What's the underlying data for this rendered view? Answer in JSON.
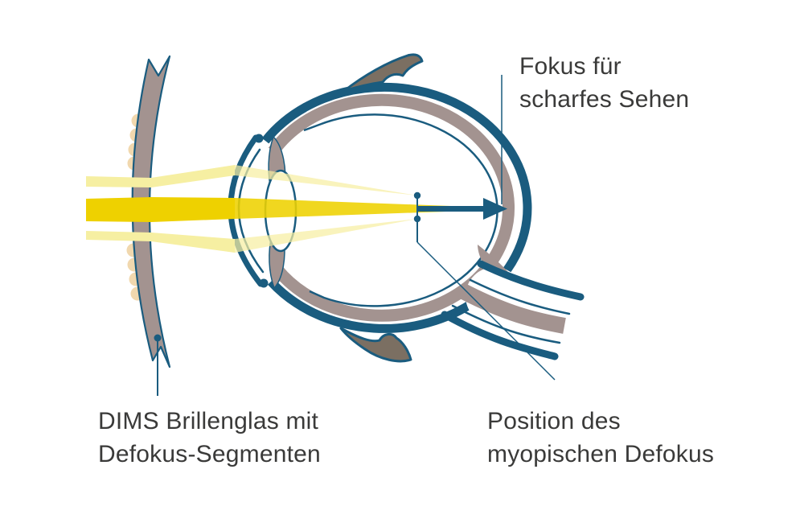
{
  "diagram": {
    "labels": {
      "focus": {
        "line1": "Fokus für",
        "line2": "scharfes Sehen"
      },
      "dims_lens": {
        "line1": "DIMS Brillenglas mit",
        "line2": "Defokus-Segmenten"
      },
      "myopic_defocus": {
        "line1": "Position des",
        "line2": "myopischen Defokus"
      }
    }
  },
  "colors": {
    "outline_teal": "#1a5c7f",
    "tissue_gray": "#a39390",
    "muscle_gray": "#7b6f62",
    "beam_bright_yellow": "#eed100",
    "beam_pale_yellow": "#f6efa2",
    "segment_beige": "#f1d8ae",
    "label_text": "#3a3a39",
    "background": "#ffffff"
  }
}
